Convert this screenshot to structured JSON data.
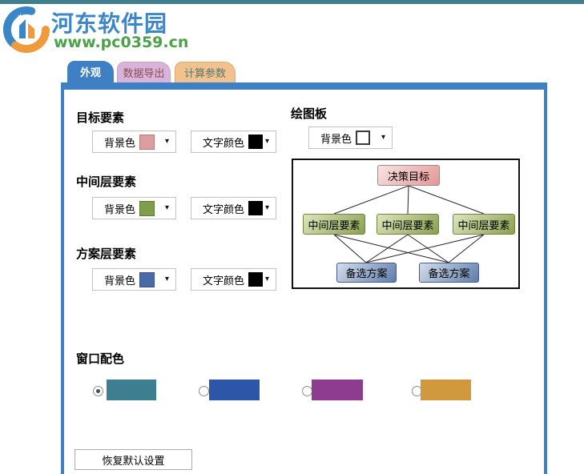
{
  "brand": {
    "name": "河东软件园",
    "url": "www.pc0359.cn"
  },
  "tabs": [
    {
      "label": "外观",
      "active": true
    },
    {
      "label": "数据导出",
      "active": false
    },
    {
      "label": "计算参数",
      "active": false
    }
  ],
  "panel": {
    "sections": {
      "target": {
        "title": "目标要素",
        "bg_label": "背景色",
        "bg_value": "#dc9da0",
        "fg_label": "文字颜色",
        "fg_value": "#000000"
      },
      "middle": {
        "title": "中间层要素",
        "bg_label": "背景色",
        "bg_value": "#7e9e4e",
        "fg_label": "文字颜色",
        "fg_value": "#000000"
      },
      "scheme": {
        "title": "方案层要素",
        "bg_label": "背景色",
        "bg_value": "#4a69a8",
        "fg_label": "文字颜色",
        "fg_value": "#000000"
      },
      "drawboard": {
        "title": "绘图板",
        "bg_label": "背景色",
        "bg_value": "#ffffff"
      }
    },
    "preview": {
      "goal_label": "决策目标",
      "middle_labels": [
        "中间层要素",
        "中间层要素",
        "中间层要素"
      ],
      "alt_labels": [
        "备选方案",
        "备选方案"
      ]
    },
    "window_colors": {
      "title": "窗口配色",
      "options": [
        {
          "name": "teal",
          "color": "#3e7e91",
          "selected": true
        },
        {
          "name": "blue",
          "color": "#2d55a8",
          "selected": false
        },
        {
          "name": "purple",
          "color": "#8e3c90",
          "selected": false
        },
        {
          "name": "gold",
          "color": "#d0993e",
          "selected": false
        }
      ]
    },
    "reset_label": "恢复默认设置"
  },
  "theme": {
    "top_strip": "#3e7e8e",
    "accent_blue": "#3f80c4",
    "brand_blue": "#3c87c9",
    "brand_green": "#4aa348",
    "tab_lavender": "#d9b4da",
    "tab_tan": "#f1c28f"
  }
}
